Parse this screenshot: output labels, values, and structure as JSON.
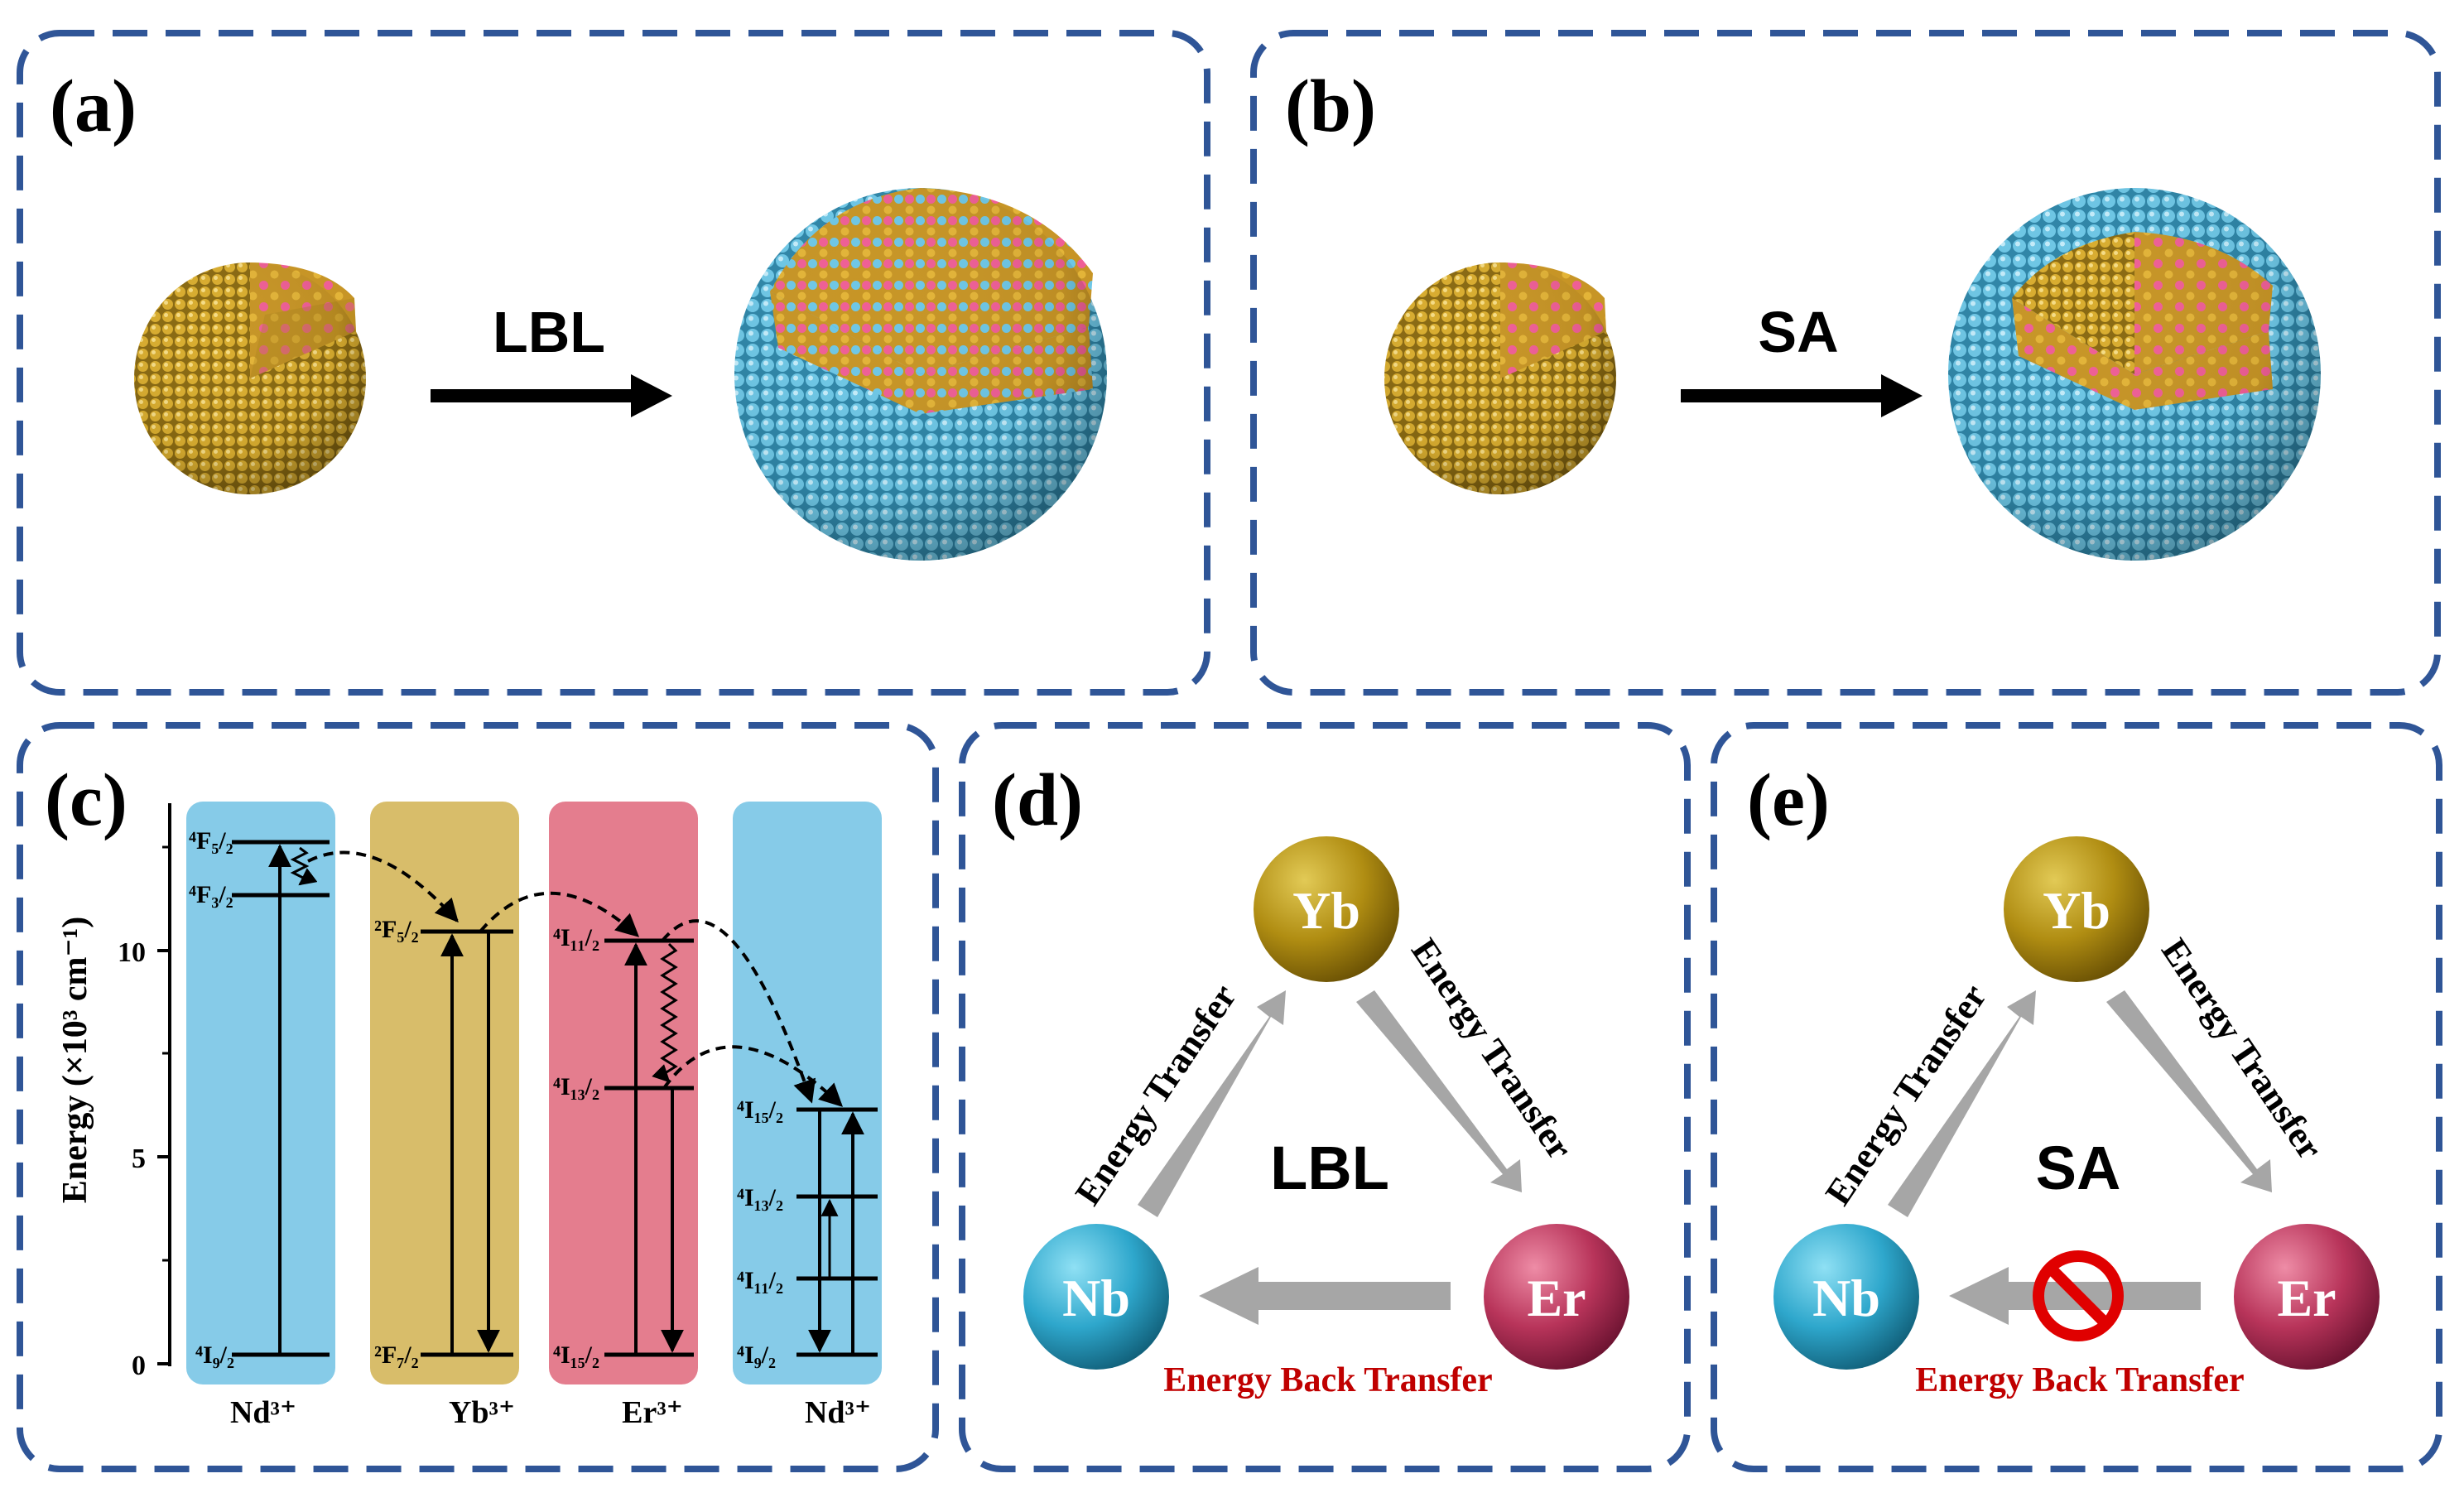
{
  "panels": {
    "a": {
      "letter": "(a)",
      "process": "LBL"
    },
    "b": {
      "letter": "(b)",
      "process": "SA"
    },
    "c": {
      "letter": "(c)",
      "y_axis": {
        "label": "Energy (×10³ cm⁻¹)",
        "ticks": [
          "0",
          "5",
          "10"
        ]
      },
      "columns": [
        {
          "ion": "Nd³⁺",
          "color": "#86cbe8",
          "levels": [
            {
              "term": "⁴F₅/₂"
            },
            {
              "term": "⁴F₃/₂"
            },
            {
              "term": "⁴I₉/₂"
            }
          ]
        },
        {
          "ion": "Yb³⁺",
          "color": "#d8bd6a",
          "levels": [
            {
              "term": "²F₅/₂"
            },
            {
              "term": "²F₇/₂"
            }
          ]
        },
        {
          "ion": "Er³⁺",
          "color": "#e47d8e",
          "levels": [
            {
              "term": "⁴I₁₁/₂"
            },
            {
              "term": "⁴I₁₃/₂"
            },
            {
              "term": "⁴I₁₅/₂"
            }
          ]
        },
        {
          "ion": "Nd³⁺",
          "color": "#86cbe8",
          "levels": [
            {
              "term": "⁴I₁₅/₂"
            },
            {
              "term": "⁴I₁₃/₂"
            },
            {
              "term": "⁴I₁₁/₂"
            },
            {
              "term": "⁴I₉/₂"
            }
          ]
        }
      ]
    },
    "d": {
      "letter": "(d)",
      "center": "LBL",
      "nodes": {
        "top": "Yb",
        "left": "Nb",
        "right": "Er"
      },
      "left_arrow": "Energy Transfer",
      "right_arrow": "Energy Transfer",
      "bottom": "Energy Back Transfer"
    },
    "e": {
      "letter": "(e)",
      "center": "SA",
      "nodes": {
        "top": "Yb",
        "left": "Nb",
        "right": "Er"
      },
      "left_arrow": "Energy Transfer",
      "right_arrow": "Energy Transfer",
      "bottom": "Energy Back Transfer"
    }
  },
  "colors": {
    "frame": "#2f5597",
    "gold": "#d4a62a",
    "pink": "#e84f8a",
    "blue": "#67c5e6",
    "red_text": "#c00000",
    "grey_arrow": "#a6a6a6"
  }
}
